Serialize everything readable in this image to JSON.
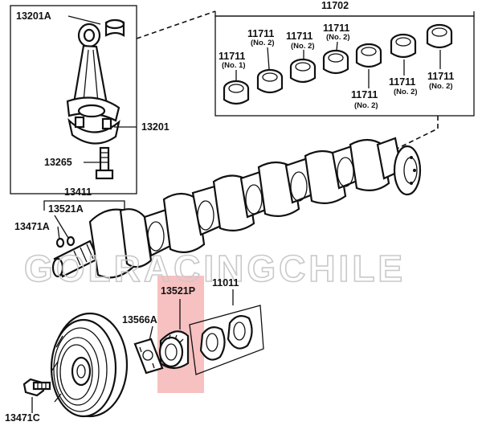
{
  "watermark": "GOLRACINGCHILE",
  "highlight_color": "#f08e8e",
  "labels": {
    "rod_bearing": "13201A",
    "connecting_rod": "13201",
    "rod_bolt": "13265",
    "bearing_set": "11702",
    "b1_part": "11711",
    "b1_note": "(No. 1)",
    "b2_part": "11711",
    "b2_note": "(No. 2)",
    "b3_part": "11711",
    "b3_note": "(No. 2)",
    "b4_part": "11711",
    "b4_note": "(No. 2)",
    "b5_part": "11711",
    "b5_note": "(No. 2)",
    "b6_part": "11711",
    "b6_note": "(No. 2)",
    "b7_part": "11711",
    "b7_note": "(No. 2)",
    "crankshaft": "13411",
    "plug_a": "13521A",
    "plug_b": "13471A",
    "gear": "13521P",
    "thrust_washer": "11011",
    "key": "13566A",
    "pulley_bolt": "13471C"
  }
}
